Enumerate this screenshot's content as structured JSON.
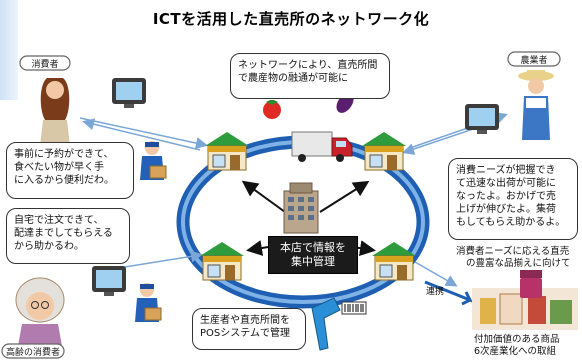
{
  "title": "ICTを活用した直売所のネットワーク化",
  "labels": {
    "consumer": "消費者",
    "farmer": "農業者",
    "elderly_consumer": "高齢の消費者"
  },
  "bubbles": {
    "network_lines": [
      "ネットワークにより、直売所間",
      "で農産物の融通が可能に"
    ],
    "consumer_lines": [
      "事前に予約ができて、",
      "食べたい物が早く手",
      "に入るから便利だわ。"
    ],
    "farmer_lines": [
      "消費ニーズが把握でき",
      "て迅速な出荷が可能に",
      "なったよ。おかげで売",
      "上げが伸びたよ。集荷",
      "もしてもらえ助かるよ。"
    ],
    "elderly_lines": [
      "自宅で注文できて、",
      "配達までしてもらえる",
      "から助かるわ。"
    ],
    "pos_lines": [
      "生産者や直売所間を",
      "POSシステムで管理"
    ]
  },
  "hq_lines": [
    "本店で情報を",
    "集中管理"
  ],
  "right_annotations": {
    "needs_lines": [
      "消費者ニーズに応える直売",
      "の豊富な品揃えに向けて"
    ],
    "link": "連携",
    "value_lines": [
      "付加価値のある商品",
      "6次産業化への取組"
    ]
  },
  "colors": {
    "ring": "#1f5fb3",
    "ring_light": "#7fb2e6",
    "roof_green": "#2e9b3c",
    "awning": "#d9a21e",
    "truck_red": "#c8232a",
    "arrow": "#7aa6d8"
  }
}
